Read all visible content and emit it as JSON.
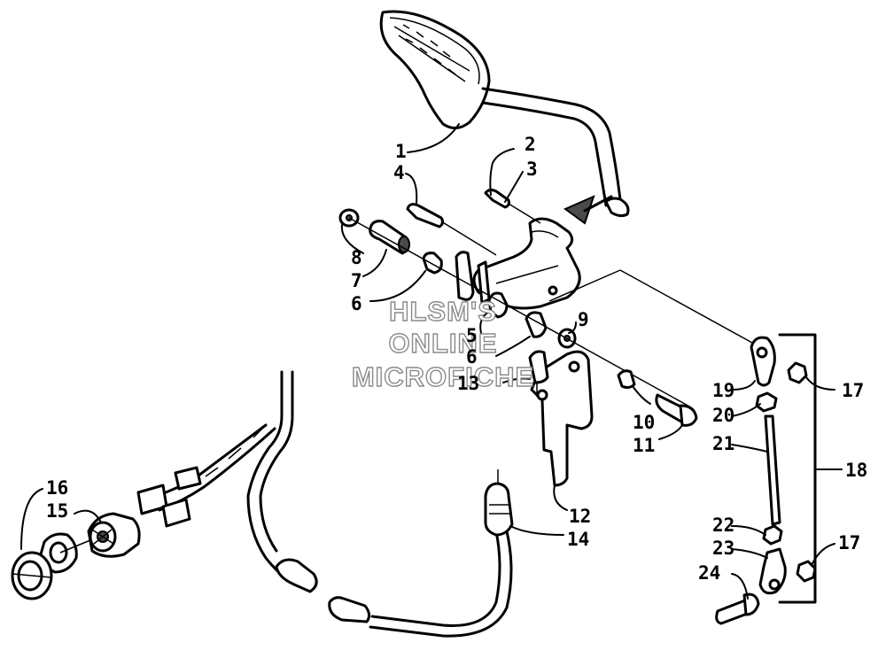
{
  "watermark": {
    "line1": "HLSM'S",
    "line2": "ONLINE",
    "line3": "MICROFICHE"
  },
  "callouts": {
    "c1": "1",
    "c2": "2",
    "c3": "3",
    "c4": "4",
    "c5": "5",
    "c6a": "6",
    "c6b": "6",
    "c7": "7",
    "c8": "8",
    "c9": "9",
    "c10": "10",
    "c11": "11",
    "c12": "12",
    "c13": "13",
    "c14": "14",
    "c15": "15",
    "c16": "16",
    "c17a": "17",
    "c17b": "17",
    "c18": "18",
    "c19": "19",
    "c20": "20",
    "c21": "21",
    "c22": "22",
    "c23": "23",
    "c24": "24"
  }
}
